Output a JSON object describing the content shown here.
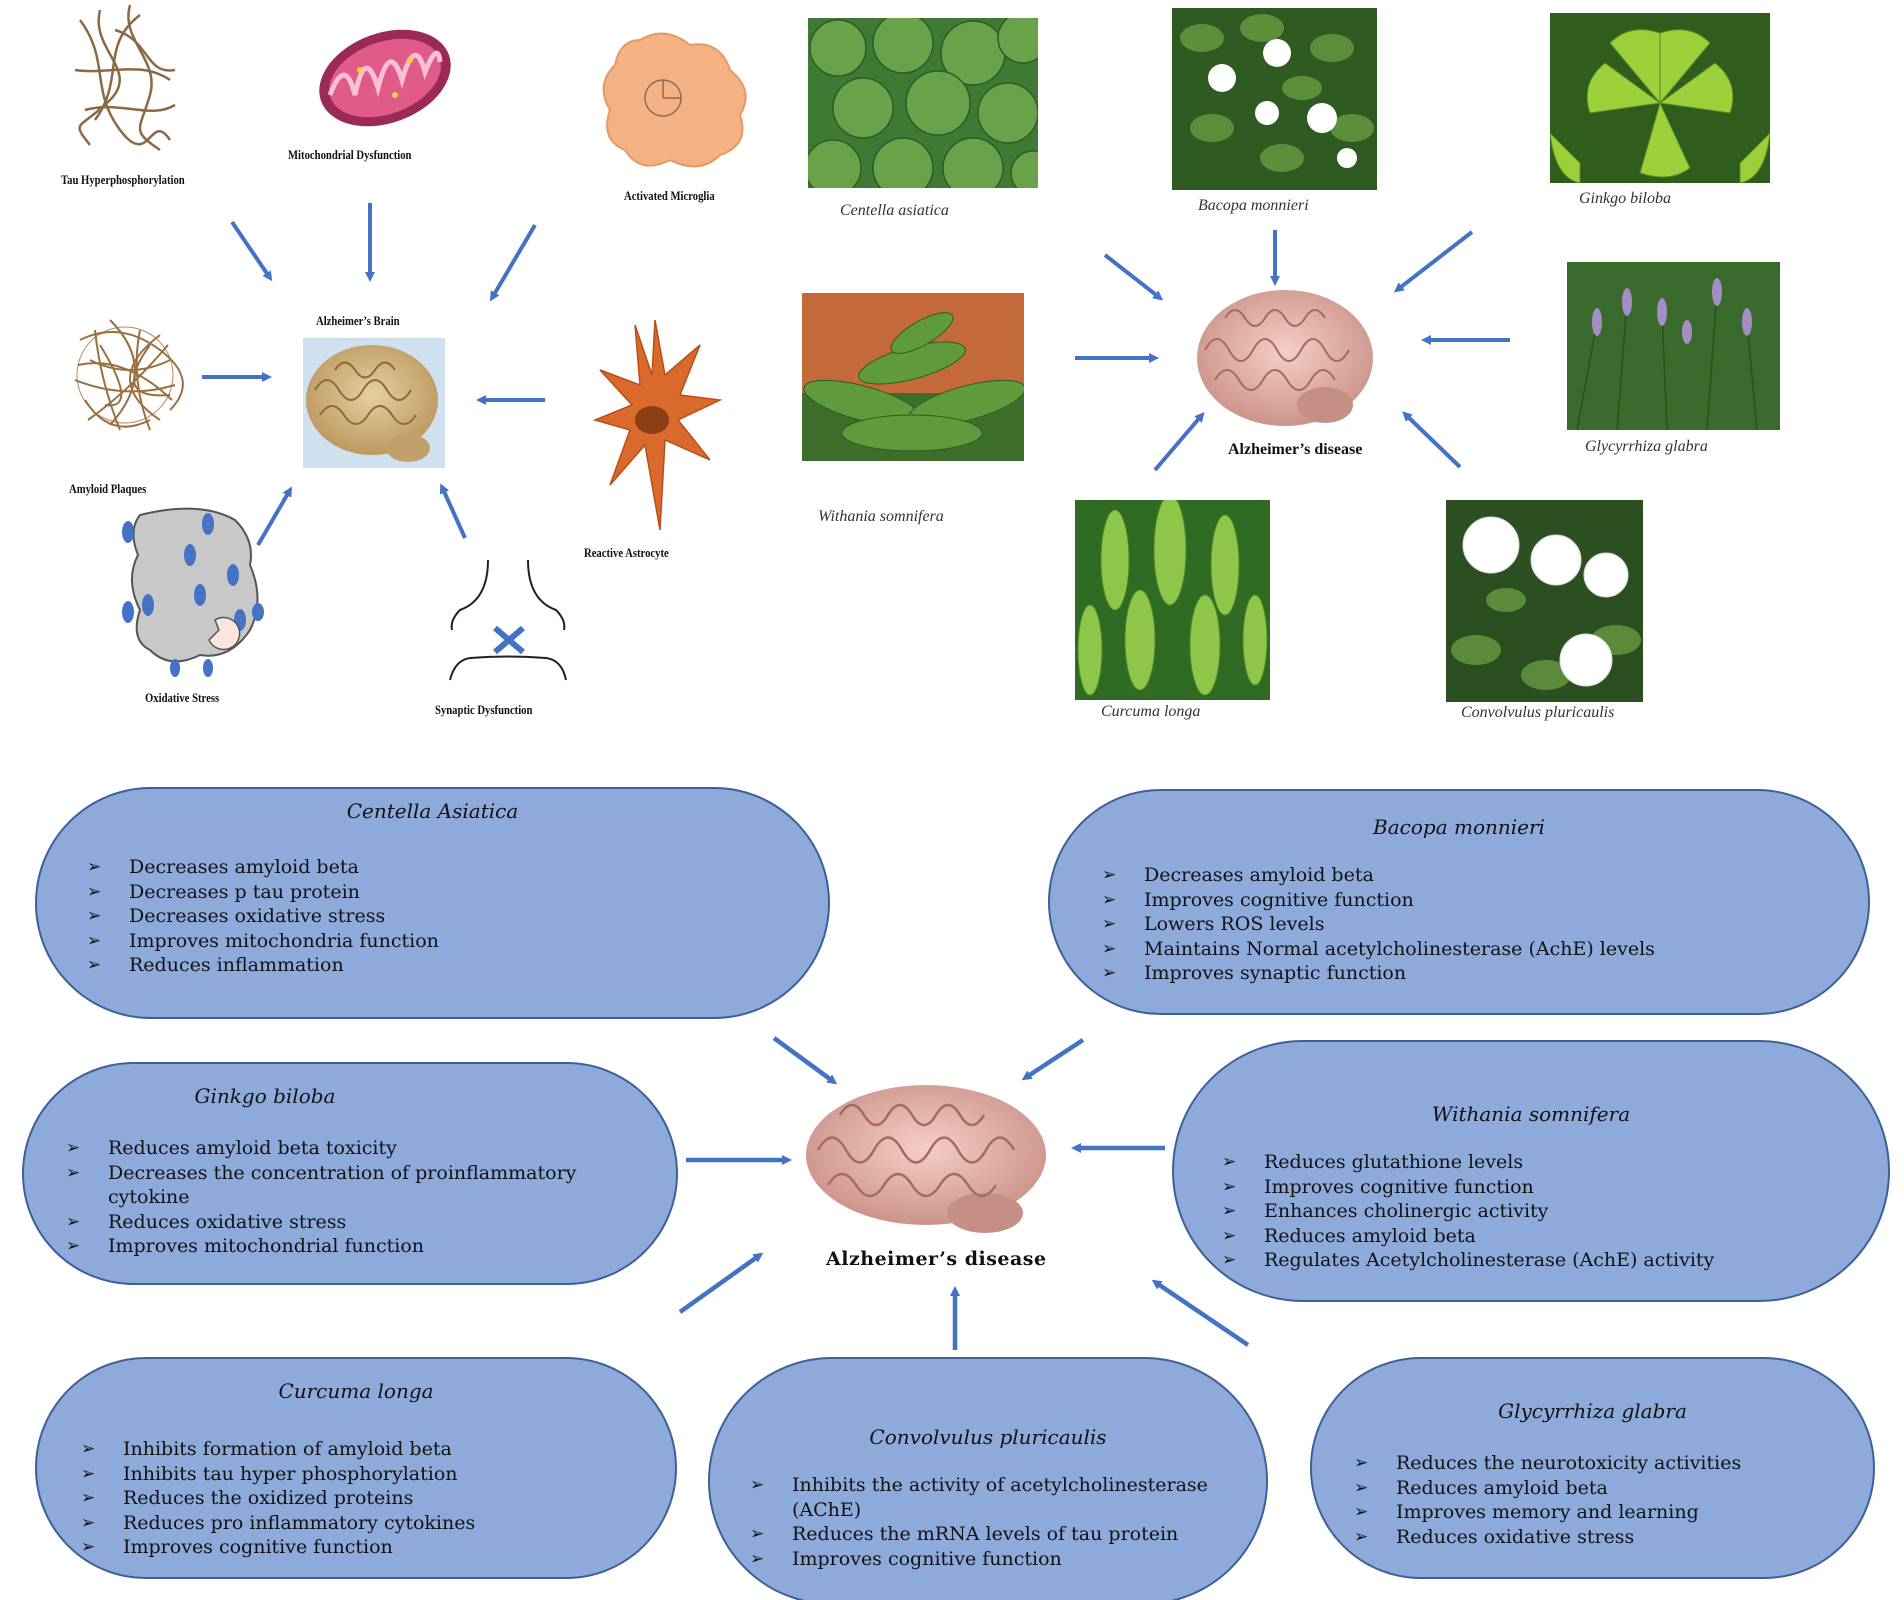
{
  "pathology": {
    "tau": "Tau Hyperphosphorylation",
    "mito": "Mitochondrial Dysfunction",
    "microglia": "Activated Microglia",
    "brain": "Alzheimer’s Brain",
    "amyloid": "Amyloid Plaques",
    "astrocyte": "Reactive Astrocyte",
    "oxidative": "Oxidative Stress",
    "synaptic": "Synaptic Dysfunction"
  },
  "plants": {
    "centella": "Centella asiatica",
    "bacopa": "Bacopa monnieri",
    "ginkgo": "Ginkgo biloba",
    "withania": "Withania somnifera",
    "glycyrrhiza": "Glycyrrhiza glabra",
    "curcuma": "Curcuma longa",
    "convolvulus": "Convolvulus pluricaulis",
    "ad_label": "Alzheimer’s disease"
  },
  "center_label": "Alzheimer’s disease",
  "boxes": {
    "centella": {
      "title": "Centella Asiatica",
      "items": [
        "Decreases amyloid beta",
        "Decreases p tau protein",
        "Decreases oxidative stress",
        "Improves mitochondria function",
        "Reduces inflammation"
      ]
    },
    "bacopa": {
      "title": "Bacopa monnieri",
      "items": [
        "Decreases amyloid beta",
        "Improves cognitive function",
        "Lowers ROS levels",
        "Maintains Normal acetylcholinesterase (AchE) levels",
        "Improves synaptic function"
      ]
    },
    "ginkgo": {
      "title": "Ginkgo biloba",
      "items": [
        "Reduces amyloid beta toxicity",
        "Decreases the concentration of proinflammatory cytokine",
        "Reduces oxidative stress",
        "Improves mitochondrial function"
      ]
    },
    "withania": {
      "title": "Withania somnifera",
      "items": [
        "Reduces glutathione levels",
        "Improves cognitive function",
        "Enhances cholinergic activity",
        "Reduces amyloid beta",
        "Regulates Acetylcholinesterase (AchE) activity"
      ]
    },
    "curcuma": {
      "title": "Curcuma longa",
      "items": [
        "Inhibits formation of amyloid beta",
        "Inhibits tau hyper phosphorylation",
        "Reduces the oxidized proteins",
        "Reduces pro inflammatory cytokines",
        "Improves cognitive function"
      ]
    },
    "convolvulus": {
      "title": "Convolvulus pluricaulis",
      "items": [
        "Inhibits the activity of acetylcholinesterase (AChE)",
        "Reduces the mRNA levels of tau protein",
        "Improves cognitive function"
      ]
    },
    "glycyrrhiza": {
      "title": "Glycyrrhiza glabra",
      "items": [
        "Reduces the neurotoxicity activities",
        "Reduces amyloid beta",
        "Improves memory and learning",
        "Reduces oxidative stress"
      ]
    }
  },
  "colors": {
    "box_fill": "#8eaadb",
    "box_border": "#3f5f9a",
    "arrow": "#4472c4",
    "brain_pink": "#e8b8b0"
  }
}
